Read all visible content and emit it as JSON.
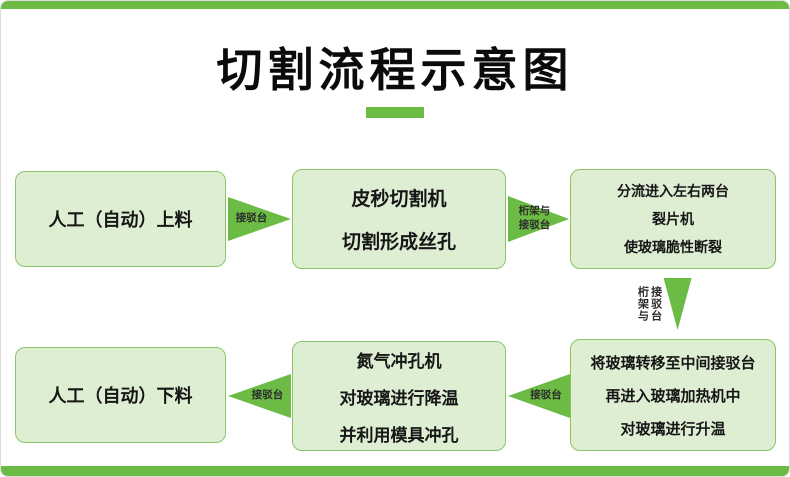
{
  "title": "切割流程示意图",
  "colors": {
    "accent_green": "#6cbb45",
    "box_fill": "#ddeed3",
    "box_border": "#8cc568",
    "box_text": "#161616",
    "arrow_label_text": "#2b2b2b"
  },
  "nodes": {
    "load": {
      "lines": [
        "人工（自动）上料"
      ]
    },
    "cut": {
      "lines": [
        "皮秒切割机",
        "切割形成丝孔"
      ]
    },
    "split": {
      "lines": [
        "分流进入左右两台",
        "裂片机",
        "使玻璃脆性断裂"
      ]
    },
    "heat": {
      "lines": [
        "将玻璃转移至中间接驳台",
        "再进入玻璃加热机中",
        "对玻璃进行升温"
      ]
    },
    "punch": {
      "lines": [
        "氮气冲孔机",
        "对玻璃进行降温",
        "并利用模具冲孔"
      ]
    },
    "unload": {
      "lines": [
        "人工（自动）下料"
      ]
    }
  },
  "arrows": {
    "load_to_cut": [
      "接驳台"
    ],
    "cut_to_split": [
      "桁架与",
      "接驳台"
    ],
    "split_to_heat": [
      "桁架与",
      "接驳台"
    ],
    "heat_to_punch": [
      "接驳台"
    ],
    "punch_to_unload": [
      "接驳台"
    ]
  }
}
